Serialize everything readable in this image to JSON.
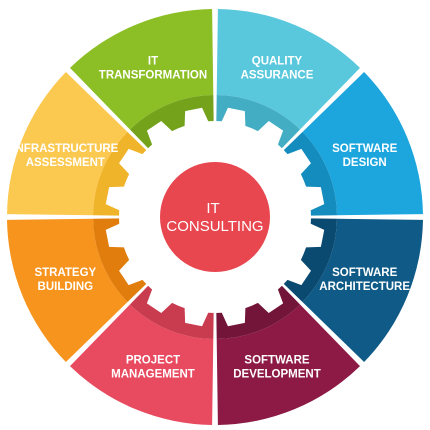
{
  "center": {
    "lines": [
      "IT",
      "CONSULTING"
    ],
    "color": "#e8474f"
  },
  "gear": {
    "color": "#ffffff"
  },
  "segments": [
    {
      "id": "quality-assurance",
      "lines": [
        "QUALITY",
        "ASSURANCE"
      ],
      "color": "#5ac8dc",
      "inner_color": "#43aec3"
    },
    {
      "id": "software-design",
      "lines": [
        "SOFTWARE",
        "DESIGN"
      ],
      "color": "#1ca6dd",
      "inner_color": "#148cbd"
    },
    {
      "id": "software-architecture",
      "lines": [
        "SOFTWARE",
        "ARCHITECTURE"
      ],
      "color": "#0f5a87",
      "inner_color": "#0b4a70"
    },
    {
      "id": "software-development",
      "lines": [
        "SOFTWARE",
        "DEVELOPMENT"
      ],
      "color": "#8c1a45",
      "inner_color": "#721539"
    },
    {
      "id": "project-management",
      "lines": [
        "PROJECT",
        "MANAGEMENT"
      ],
      "color": "#e84a5f",
      "inner_color": "#c93b4f"
    },
    {
      "id": "strategy-building",
      "lines": [
        "STRATEGY",
        "BUILDING"
      ],
      "color": "#f7941d",
      "inner_color": "#e07d0c"
    },
    {
      "id": "infrastructure-assessment",
      "lines": [
        "INFRASTRUCTURE",
        "ASSESSMENT"
      ],
      "color": "#fbc850",
      "inner_color": "#f0b42a"
    },
    {
      "id": "it-transformation",
      "lines": [
        "IT",
        "TRANSFORMATION"
      ],
      "color": "#8cbf26",
      "inner_color": "#74a31b"
    }
  ]
}
